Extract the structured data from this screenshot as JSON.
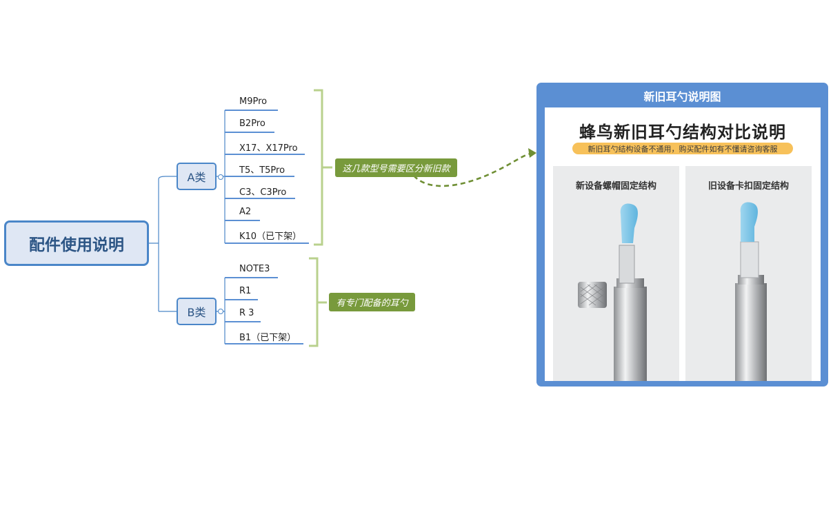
{
  "root": {
    "label": "配件使用说明"
  },
  "categories": [
    {
      "label": "A类",
      "models": [
        "M9Pro",
        "B2Pro",
        "X17、X17Pro",
        "T5、T5Pro",
        "C3、C3Pro",
        "A2",
        "K10（已下架）"
      ],
      "note": "这几款型号需要区分新旧款"
    },
    {
      "label": "B类",
      "models": [
        "NOTE3",
        "R1",
        "R 3",
        "B1（已下架）"
      ],
      "note": "有专门配备的耳勺"
    }
  ],
  "panel": {
    "title": "新旧耳勺说明图",
    "image_title": "蜂鸟新旧耳勺结构对比说明",
    "image_subtitle": "新旧耳勺结构设备不通用，购买配件如有不懂请咨询客服",
    "left_label": "新设备螺帽固定结构",
    "right_label": "旧设备卡扣固定结构"
  },
  "colors": {
    "branch": "#4a86c8",
    "leaf_underline": "#5b8fd3",
    "bracket": "#b9d18d",
    "note_bg": "#789a3c",
    "arrow": "#6f8f34",
    "panel": "#5b8fd3"
  }
}
